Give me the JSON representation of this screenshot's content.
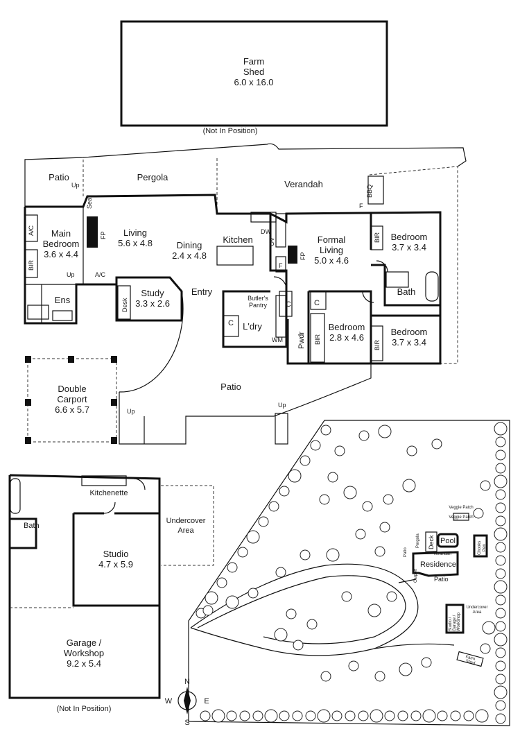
{
  "shed": {
    "name_1": "Farm",
    "name_2": "Shed",
    "dims": "6.0 x 16.0",
    "note": "(Not In Position)"
  },
  "rooms": {
    "patio_top": "Patio",
    "up_1": "Up",
    "pergola": "Pergola",
    "verandah": "Verandah",
    "bbq": "BBQ",
    "seat": "Seat",
    "main_bed_1": "Main",
    "main_bed_2": "Bedroom",
    "main_bed_dims": "3.6 x 4.4",
    "ac_1": "A/C",
    "ac_2": "A/C",
    "bir_1": "BIR",
    "bir_2": "BIR",
    "bir_3": "BIR",
    "bir_4": "BIR",
    "fp_1": "FP",
    "fp_2": "FP",
    "up_2": "Up",
    "ens": "Ens",
    "living": "Living",
    "living_dims": "5.6 x 4.8",
    "dining": "Dining",
    "dining_dims": "2.4 x 4.8",
    "kitchen": "Kitchen",
    "dw": "DW",
    "ov": "OV",
    "f_1": "F",
    "f_2": "F",
    "formal_1": "Formal",
    "formal_2": "Living",
    "formal_dims": "5.0 x 4.6",
    "bed_tr": "Bedroom",
    "bed_tr_dims": "3.7 x 3.4",
    "bath": "Bath",
    "study": "Study",
    "study_dims": "3.3 x 2.6",
    "desk": "Desk",
    "entry": "Entry",
    "butler_1": "Butler's",
    "butler_2": "Pantry",
    "c_1": "C",
    "c_2": "C",
    "c_3": "C",
    "ldry": "L'dry",
    "wm": "WM",
    "pwdr": "Pwdr",
    "bed_mid": "Bedroom",
    "bed_mid_dims": "2.8 x 4.6",
    "bed_br": "Bedroom",
    "bed_br_dims": "3.7 x 3.4",
    "carport_1": "Double",
    "carport_2": "Carport",
    "carport_dims": "6.6 x 5.7",
    "patio_main": "Patio",
    "up_3": "Up",
    "up_4": "Up"
  },
  "garage": {
    "kitchenette": "Kitchenette",
    "bath": "Bath",
    "undercover_1": "Undercover",
    "undercover_2": "Area",
    "studio": "Studio",
    "studio_dims": "4.7 x 5.9",
    "garage_1": "Garage /",
    "garage_2": "Workshop",
    "garage_dims": "9.2 x 5.4",
    "note": "(Not In Position)"
  },
  "compass": {
    "n": "N",
    "s": "S",
    "e": "E",
    "w": "W"
  },
  "site": {
    "veggie_patch_1": "Veggie Patch",
    "veggie_patch_2": "Veggie Patch",
    "deck": "Deck",
    "pool": "Pool",
    "verandah": "Verandah",
    "chooks_1": "Chooks",
    "chooks_2": "Pen",
    "pergola": "Pergola",
    "patio_l": "Patio",
    "residence": "Residence",
    "patio_s": "Patio",
    "carport": "Carport",
    "studio_1": "Studio /",
    "studio_2": "Garage /",
    "studio_3": "Workshop",
    "undercover_1": "Undercover",
    "undercover_2": "Area",
    "farm_1": "Farm",
    "farm_2": "Shed"
  }
}
